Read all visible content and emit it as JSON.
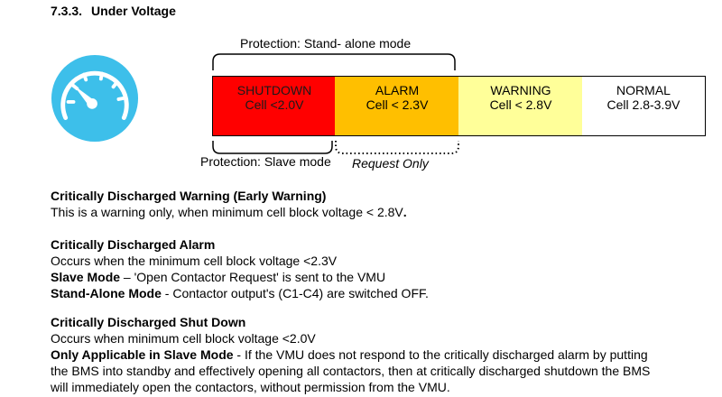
{
  "heading": {
    "number": "7.3.3.",
    "title": "Under Voltage"
  },
  "icon": {
    "name": "speedometer-gauge-icon",
    "color": "#3dbfea"
  },
  "diagram": {
    "top_caption": "Protection: Stand- alone mode",
    "bottom_caption_left": "Protection: Slave mode",
    "bottom_caption_right": "Request Only",
    "zones": [
      {
        "name": "SHUTDOWN",
        "value": "Cell <2.0V",
        "color": "#ff0000"
      },
      {
        "name": "ALARM",
        "value": "Cell < 2.3V",
        "color": "#ffbf00"
      },
      {
        "name": "WARNING",
        "value": "Cell < 2.8V",
        "color": "#ffff99"
      },
      {
        "name": "NORMAL",
        "value": "Cell 2.8-3.9V",
        "color": "#ffffff"
      }
    ]
  },
  "sections": {
    "warning": {
      "title": "Critically Discharged Warning (Early Warning)",
      "line1": "This is a warning only, when minimum cell block voltage < 2.8V",
      "line1_end": "."
    },
    "alarm": {
      "title": "Critically Discharged Alarm",
      "line1": "Occurs when the minimum cell block voltage <2.3V",
      "slave_label": "Slave Mode",
      "slave_text": " – 'Open Contactor Request' is sent to the VMU",
      "standalone_label": "Stand-Alone Mode",
      "standalone_text": " - Contactor output's (C1-C4) are switched OFF."
    },
    "shutdown": {
      "title": "Critically Discharged Shut Down",
      "line1": "Occurs when minimum cell block voltage <2.0V",
      "applicable_label": "Only Applicable in Slave Mode",
      "applicable_text": " - If the VMU does not respond to the critically discharged alarm by putting",
      "line3": "the BMS into standby and effectively opening all contactors, then at critically discharged shutdown the BMS",
      "line4": "will immediately open the contactors, without permission from the VMU."
    }
  }
}
